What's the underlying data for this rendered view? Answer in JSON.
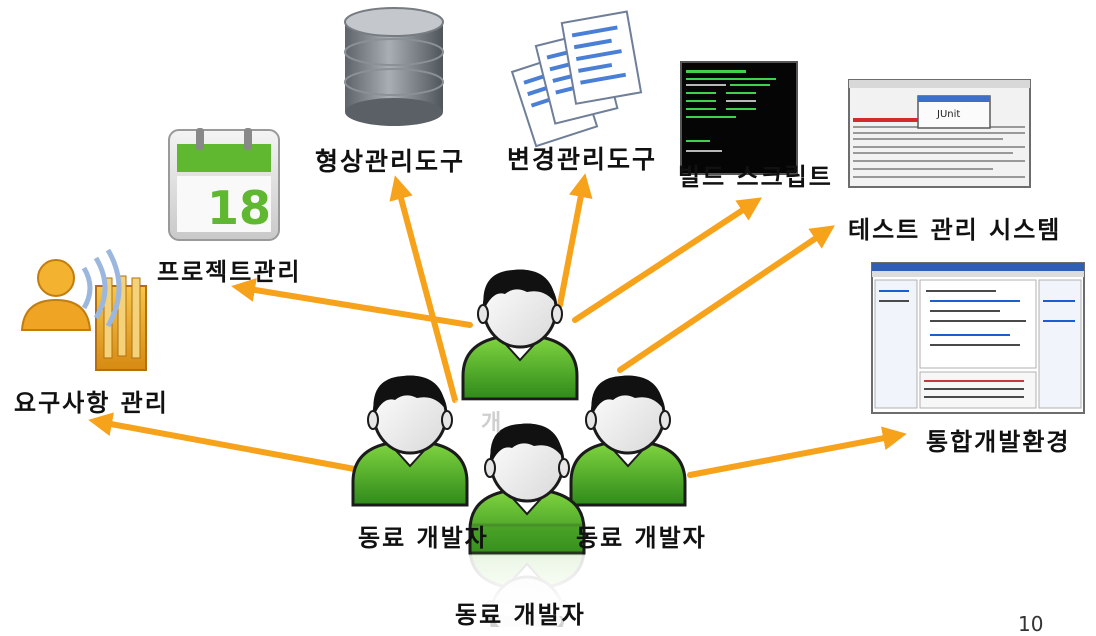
{
  "labels": {
    "config_tool": "형상관리도구",
    "change_tool": "변경관리도구",
    "build_script": "빌드 스크립트",
    "test_system": "테스트 관리 시스템",
    "project_mgmt": "프로젝트관리",
    "requirements": "요구사항 관리",
    "ide": "통합개발환경",
    "center_partial": "개",
    "peer_left": "동료 개발자",
    "peer_right": "동료 개발자",
    "peer_bottom": "동료 개발자"
  },
  "screens": {
    "junit_title": "JUnit"
  },
  "calendar": {
    "day": "18"
  },
  "page_number": "10",
  "colors": {
    "arrow": "#f7a21b",
    "shirt": "#4caf2a",
    "hair": "#111111",
    "skin": "#f2f2f2",
    "calendar_green": "#5fb830",
    "database": "#6d737a",
    "document": "#4a7fd6"
  },
  "icons": {
    "database": "database-icon",
    "documents": "documents-icon",
    "terminal": "terminal-screenshot-icon",
    "junit": "junit-screenshot-icon",
    "calendar": "calendar-icon",
    "requirements": "requirements-folder-icon",
    "ide": "ide-screenshot-icon",
    "person": "developer-person-icon"
  }
}
